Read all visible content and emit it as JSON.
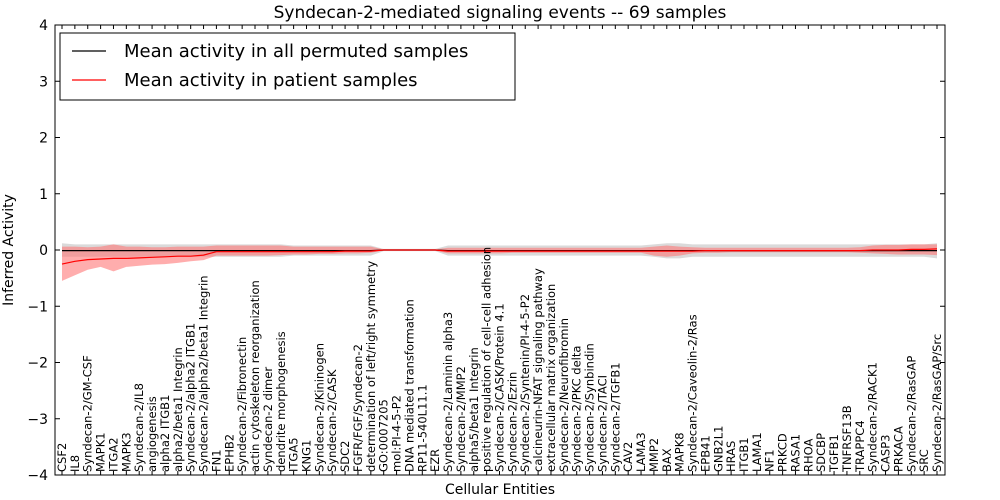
{
  "chart_data": {
    "type": "line",
    "title": "Syndecan-2-mediated signaling events -- 69 samples",
    "xlabel": "Cellular Entities",
    "ylabel": "Inferred Activity",
    "ylim": [
      -4,
      4
    ],
    "yticks": [
      -4,
      -3,
      -2,
      -1,
      0,
      1,
      2,
      3,
      4
    ],
    "grid": false,
    "legend_position": "top-left",
    "categories": [
      "CSF2",
      "IL8",
      "Syndecan-2/GM-CSF",
      "MAPK1",
      "ITGA2",
      "MAPK3",
      "Syndecan-2/IL8",
      "angiogenesis",
      "alpha2 ITGB1",
      "alpha2/beta1 Integrin",
      "Syndecan-2/alpha2 ITGB1",
      "Syndecan-2/alpha2/beta1 Integrin",
      "FN1",
      "EPHB2",
      "Syndecan-2/Fibronectin",
      "actin cytoskeleton reorganization",
      "Syndecan-2 dimer",
      "dendrite morphogenesis",
      "ITGA5",
      "KNG1",
      "Syndecan-2/Kininogen",
      "Syndecan-2/CASK",
      "SDC2",
      "FGFR/FGF/Syndecan-2",
      "determination of left/right symmetry",
      "GO:0007205",
      "mol:PI-4-5-P2",
      "DNA mediated transformation",
      "RP11-540L11.1",
      "EZR",
      "Syndecan-2/Laminin alpha3",
      "Syndecan-2/MMP2",
      "alpha5/beta1 Integrin",
      "positive regulation of cell-cell adhesion",
      "Syndecan-2/CASK/Protein 4.1",
      "Syndecan-2/Ezrin",
      "Syndecan-2/Syntenin/PI-4-5-P2",
      "calcineurin-NFAT signaling pathway",
      "extracellular matrix organization",
      "Syndecan-2/Neurofibromin",
      "Syndecan-2/PKC delta",
      "Syndecan-2/Synbindin",
      "Syndecan-2/TACI",
      "Syndecan-2/TGFB1",
      "CAV2",
      "LAMA3",
      "MMP2",
      "BAX",
      "MAPK8",
      "Syndecan-2/Caveolin-2/Ras",
      "EPB41",
      "GNB2L1",
      "HRAS",
      "ITGB1",
      "LAMA1",
      "NF1",
      "PRKCD",
      "RASA1",
      "RHOA",
      "SDCBP",
      "TGFB1",
      "TNFRSF13B",
      "TRAPPC4",
      "Syndecan-2/RACK1",
      "CASP3",
      "PRKACA",
      "Syndecan-2/RasGAP",
      "SRC",
      "Syndecan-2/RasGAP/Src"
    ],
    "series": [
      {
        "name": "Mean activity in all permuted samples",
        "color": "#000000",
        "band_color": "#bbbbbb",
        "values": [
          -0.01,
          -0.01,
          -0.01,
          -0.01,
          -0.01,
          -0.01,
          -0.01,
          -0.01,
          -0.01,
          -0.01,
          -0.01,
          -0.01,
          -0.01,
          -0.01,
          -0.01,
          -0.01,
          -0.01,
          -0.01,
          -0.01,
          -0.01,
          -0.01,
          -0.01,
          -0.01,
          -0.01,
          -0.01,
          0.0,
          0.0,
          0.0,
          0.0,
          0.0,
          -0.01,
          -0.01,
          -0.01,
          -0.01,
          -0.01,
          -0.01,
          -0.01,
          -0.01,
          -0.01,
          -0.01,
          -0.01,
          -0.01,
          -0.01,
          -0.01,
          -0.01,
          -0.01,
          -0.01,
          -0.01,
          -0.01,
          -0.01,
          -0.01,
          -0.01,
          -0.01,
          -0.01,
          -0.01,
          -0.01,
          -0.01,
          -0.01,
          -0.01,
          -0.01,
          -0.01,
          -0.01,
          -0.01,
          -0.01,
          -0.01,
          -0.01,
          -0.01,
          -0.01,
          -0.01
        ],
        "lower": [
          -0.12,
          -0.12,
          -0.12,
          -0.12,
          -0.12,
          -0.12,
          -0.12,
          -0.12,
          -0.12,
          -0.12,
          -0.12,
          -0.12,
          -0.12,
          -0.12,
          -0.12,
          -0.12,
          -0.12,
          -0.12,
          -0.1,
          -0.1,
          -0.1,
          -0.1,
          -0.1,
          -0.1,
          -0.1,
          -0.02,
          -0.02,
          -0.02,
          -0.02,
          -0.02,
          -0.1,
          -0.1,
          -0.1,
          -0.1,
          -0.1,
          -0.1,
          -0.1,
          -0.1,
          -0.1,
          -0.1,
          -0.1,
          -0.1,
          -0.1,
          -0.1,
          -0.1,
          -0.1,
          -0.12,
          -0.15,
          -0.15,
          -0.12,
          -0.12,
          -0.12,
          -0.12,
          -0.12,
          -0.12,
          -0.12,
          -0.12,
          -0.12,
          -0.12,
          -0.12,
          -0.12,
          -0.12,
          -0.12,
          -0.12,
          -0.12,
          -0.12,
          -0.12,
          -0.12,
          -0.15
        ],
        "upper": [
          0.12,
          0.1,
          0.1,
          0.1,
          0.1,
          0.1,
          0.1,
          0.1,
          0.1,
          0.1,
          0.1,
          0.1,
          0.1,
          0.1,
          0.1,
          0.1,
          0.1,
          0.1,
          0.08,
          0.08,
          0.08,
          0.08,
          0.08,
          0.08,
          0.08,
          0.02,
          0.02,
          0.02,
          0.02,
          0.02,
          0.08,
          0.08,
          0.08,
          0.08,
          0.08,
          0.08,
          0.08,
          0.08,
          0.08,
          0.08,
          0.08,
          0.08,
          0.08,
          0.08,
          0.08,
          0.08,
          0.1,
          0.12,
          0.12,
          0.1,
          0.1,
          0.1,
          0.1,
          0.1,
          0.1,
          0.1,
          0.1,
          0.1,
          0.1,
          0.1,
          0.1,
          0.1,
          0.1,
          0.1,
          0.1,
          0.1,
          0.1,
          0.1,
          0.12
        ]
      },
      {
        "name": "Mean activity in patient samples",
        "color": "#ff0000",
        "band_color": "#ff7777",
        "values": [
          -0.25,
          -0.2,
          -0.17,
          -0.16,
          -0.15,
          -0.15,
          -0.14,
          -0.13,
          -0.12,
          -0.11,
          -0.11,
          -0.09,
          -0.03,
          -0.03,
          -0.03,
          -0.03,
          -0.03,
          -0.03,
          -0.03,
          -0.03,
          -0.03,
          -0.03,
          -0.02,
          -0.02,
          -0.02,
          0.0,
          0.0,
          0.0,
          0.0,
          0.0,
          -0.02,
          -0.02,
          -0.02,
          -0.02,
          -0.02,
          -0.02,
          -0.02,
          -0.02,
          -0.02,
          -0.02,
          -0.02,
          -0.02,
          -0.02,
          -0.02,
          -0.02,
          -0.02,
          -0.02,
          -0.02,
          -0.02,
          -0.02,
          -0.01,
          -0.01,
          -0.01,
          -0.01,
          -0.01,
          -0.01,
          -0.01,
          -0.01,
          -0.01,
          -0.01,
          -0.01,
          -0.01,
          -0.01,
          0.0,
          0.0,
          0.0,
          0.01,
          0.01,
          0.02
        ],
        "lower": [
          -0.55,
          -0.45,
          -0.35,
          -0.3,
          -0.38,
          -0.3,
          -0.28,
          -0.26,
          -0.25,
          -0.23,
          -0.2,
          -0.18,
          -0.1,
          -0.1,
          -0.1,
          -0.1,
          -0.1,
          -0.09,
          -0.08,
          -0.08,
          -0.07,
          -0.07,
          -0.06,
          -0.06,
          -0.05,
          -0.01,
          -0.01,
          -0.01,
          -0.01,
          -0.01,
          -0.06,
          -0.06,
          -0.06,
          -0.06,
          -0.06,
          -0.05,
          -0.05,
          -0.05,
          -0.05,
          -0.05,
          -0.05,
          -0.05,
          -0.05,
          -0.05,
          -0.05,
          -0.05,
          -0.1,
          -0.12,
          -0.1,
          -0.06,
          -0.05,
          -0.05,
          -0.04,
          -0.04,
          -0.04,
          -0.04,
          -0.04,
          -0.04,
          -0.04,
          -0.04,
          -0.04,
          -0.04,
          -0.05,
          -0.06,
          -0.07,
          -0.08,
          -0.08,
          -0.08,
          -0.09
        ],
        "upper": [
          0.06,
          0.06,
          0.05,
          0.06,
          0.1,
          0.06,
          0.06,
          0.05,
          0.05,
          0.06,
          0.06,
          0.06,
          0.08,
          0.08,
          0.08,
          0.08,
          0.08,
          0.08,
          0.06,
          0.06,
          0.06,
          0.06,
          0.06,
          0.06,
          0.06,
          0.01,
          0.01,
          0.01,
          0.01,
          0.01,
          0.04,
          0.04,
          0.04,
          0.04,
          0.04,
          0.04,
          0.04,
          0.04,
          0.04,
          0.04,
          0.04,
          0.04,
          0.04,
          0.04,
          0.04,
          0.04,
          0.06,
          0.08,
          0.06,
          0.05,
          0.04,
          0.04,
          0.04,
          0.04,
          0.04,
          0.04,
          0.04,
          0.04,
          0.04,
          0.04,
          0.04,
          0.04,
          0.05,
          0.08,
          0.09,
          0.09,
          0.1,
          0.1,
          0.1
        ]
      }
    ]
  }
}
